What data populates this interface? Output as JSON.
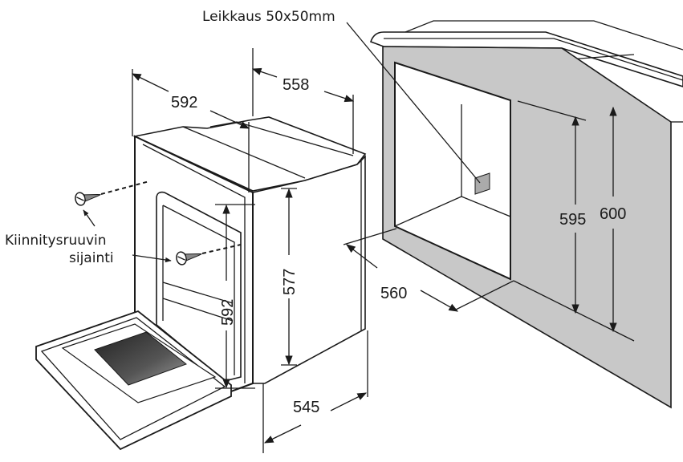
{
  "labels": {
    "cutout": "Leikkaus 50x50mm",
    "screw_line1": "Kiinnitysruuvin",
    "screw_line2": "sijainti"
  },
  "dimensions": {
    "oven_width": "592",
    "oven_depth_top": "558",
    "oven_front_height": "592",
    "oven_side_height": "577",
    "oven_depth_bottom": "545",
    "niche_depth": "560",
    "niche_inner_height": "595",
    "niche_height": "600"
  },
  "colors": {
    "cabinet_gray": "#c8c8c8",
    "line": "#1a1a1a",
    "glass_dark": "#3a3a3a"
  },
  "icons": [
    "screw-icon"
  ]
}
